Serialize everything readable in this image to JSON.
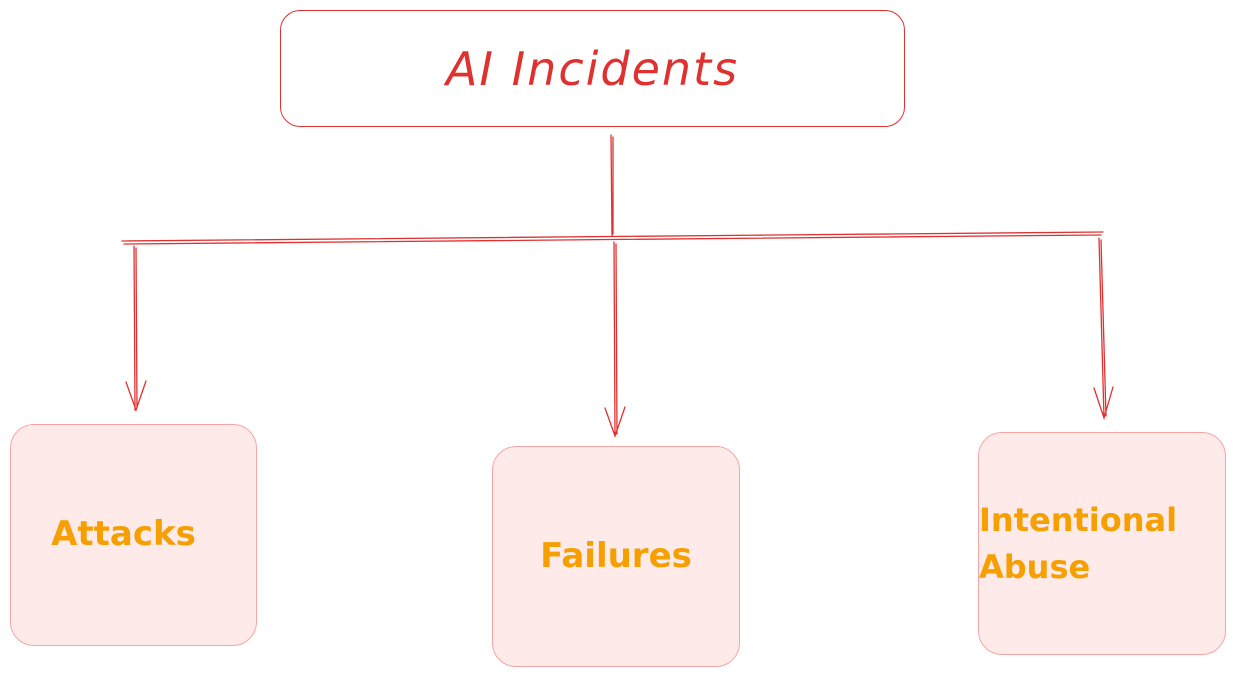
{
  "diagram": {
    "root": {
      "label": "AI Incidents"
    },
    "children": [
      {
        "label": "Attacks"
      },
      {
        "label": "Failures"
      },
      {
        "label": "Intentional Abuse"
      }
    ],
    "colors": {
      "root_stroke": "#e03131",
      "root_text": "#e03131",
      "connector": "#e03131",
      "child_fill": "#ffeaea",
      "child_stroke": "#f5a5a5",
      "child_text": "#f59f00"
    }
  }
}
